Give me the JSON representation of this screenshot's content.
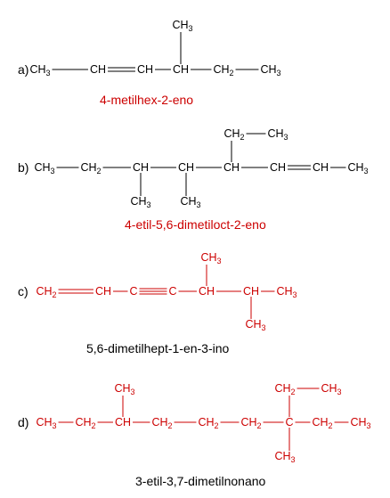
{
  "colors": {
    "black": "#000000",
    "red": "#cc0000"
  },
  "items": [
    {
      "label": "a)",
      "name": "4-metilhex-2-eno",
      "name_color": "red",
      "structure_color": "black",
      "atoms": [
        {
          "text": "CH",
          "sub": "3"
        },
        {
          "text": "CH"
        },
        {
          "text": "CH"
        },
        {
          "text": "CH"
        },
        {
          "text": "CH",
          "sub": "2"
        },
        {
          "text": "CH",
          "sub": "3"
        },
        {
          "text": "CH",
          "sub": "3"
        }
      ]
    },
    {
      "label": "b)",
      "name": "4-etil-5,6-dimetiloct-2-eno",
      "name_color": "red",
      "structure_color": "black",
      "atoms": [
        {
          "text": "CH",
          "sub": "3"
        },
        {
          "text": "CH",
          "sub": "2"
        },
        {
          "text": "CH"
        },
        {
          "text": "CH"
        },
        {
          "text": "CH"
        },
        {
          "text": "CH"
        },
        {
          "text": "CH"
        },
        {
          "text": "CH",
          "sub": "3"
        },
        {
          "text": "CH",
          "sub": "3"
        },
        {
          "text": "CH",
          "sub": "3"
        },
        {
          "text": "CH",
          "sub": "2"
        },
        {
          "text": "CH",
          "sub": "3"
        }
      ]
    },
    {
      "label": "c)",
      "name": "5,6-dimetilhept-1-en-3-ino",
      "name_color": "black",
      "structure_color": "red",
      "atoms": [
        {
          "text": "CH",
          "sub": "2"
        },
        {
          "text": "CH"
        },
        {
          "text": "C"
        },
        {
          "text": "C"
        },
        {
          "text": "CH"
        },
        {
          "text": "CH"
        },
        {
          "text": "CH",
          "sub": "3"
        },
        {
          "text": "CH",
          "sub": "3"
        },
        {
          "text": "CH",
          "sub": "3"
        }
      ]
    },
    {
      "label": "d)",
      "name": "3-etil-3,7-dimetilnonano",
      "name_color": "black",
      "structure_color": "red",
      "atoms": [
        {
          "text": "CH",
          "sub": "3"
        },
        {
          "text": "CH",
          "sub": "2"
        },
        {
          "text": "CH"
        },
        {
          "text": "CH",
          "sub": "2"
        },
        {
          "text": "CH",
          "sub": "2"
        },
        {
          "text": "CH",
          "sub": "2"
        },
        {
          "text": "C"
        },
        {
          "text": "CH",
          "sub": "2"
        },
        {
          "text": "CH",
          "sub": "3"
        },
        {
          "text": "CH",
          "sub": "3"
        },
        {
          "text": "CH",
          "sub": "2"
        },
        {
          "text": "CH",
          "sub": "3"
        },
        {
          "text": "CH",
          "sub": "3"
        }
      ]
    }
  ]
}
